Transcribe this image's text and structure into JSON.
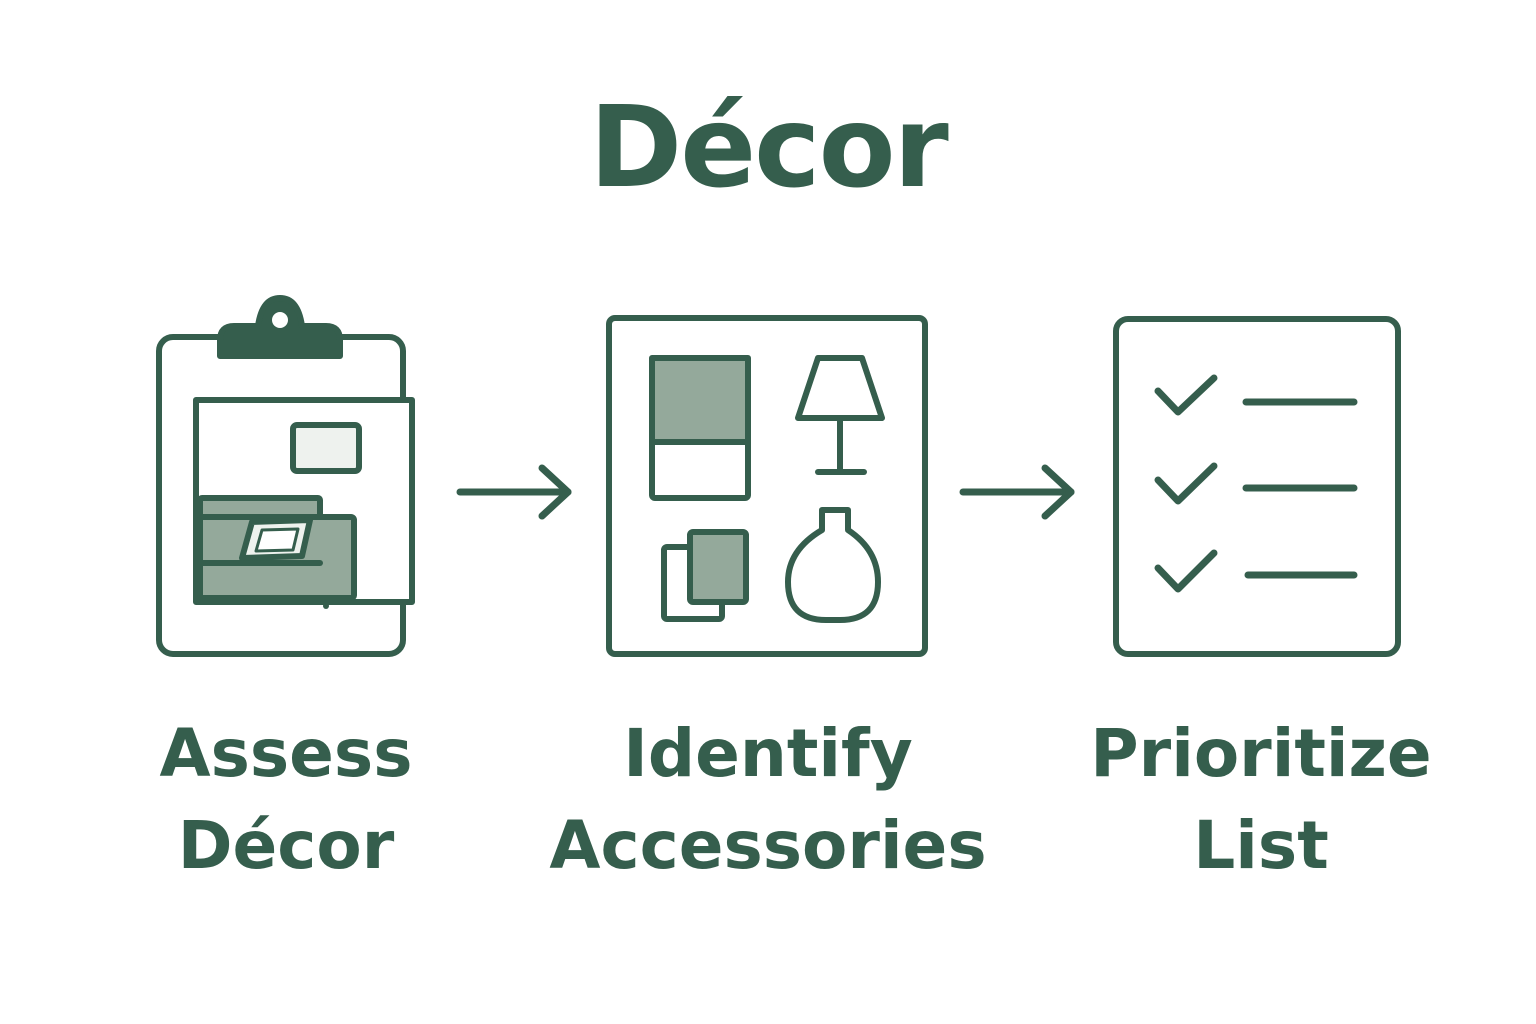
{
  "title": "Décor",
  "colors": {
    "primary": "#355e4d",
    "fill": "#94a99b",
    "fill_light": "#eef2ee",
    "background": "#ffffff"
  },
  "steps": [
    {
      "icon": "clipboard-icon",
      "label_line1": "Assess",
      "label_line2": "Décor"
    },
    {
      "icon": "accessories-icon",
      "label_line1": "Identify",
      "label_line2": "Accessories"
    },
    {
      "icon": "checklist-icon",
      "label_line1": "Prioritize",
      "label_line2": "List"
    }
  ],
  "connectors": [
    "arrow-right-icon",
    "arrow-right-icon"
  ]
}
